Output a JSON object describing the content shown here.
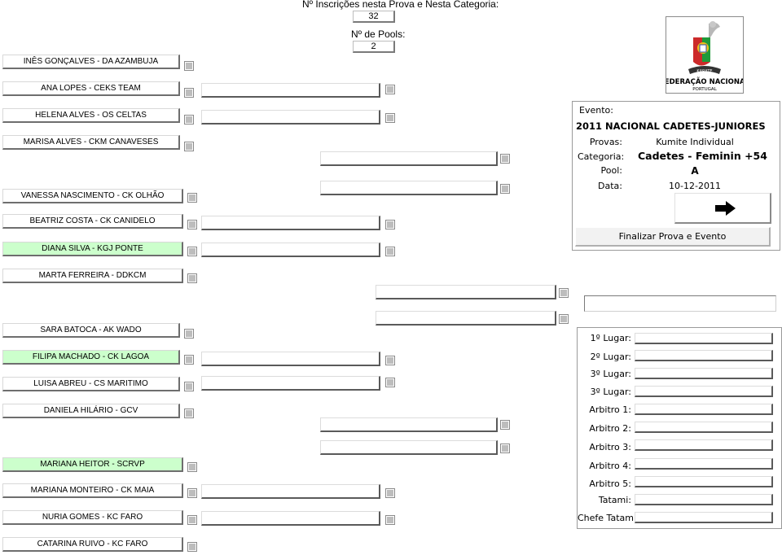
{
  "header": {
    "inscricoes_label": "Nº Inscrições nesta Prova e Nesta Categoria:",
    "inscricoes_value": "32",
    "pools_label": "Nº de Pools:",
    "pools_value": "2"
  },
  "logo": {
    "org_name": "FEDERAÇÃO NACIONAL",
    "org_country": "PORTUGAL",
    "ribbon_text": "KARATE"
  },
  "event": {
    "evento_label": "Evento:",
    "evento_value": "2011 NACIONAL CADETES-JUNIORES",
    "provas_label": "Provas:",
    "provas_value": "Kumite Individual",
    "categoria_label": "Categoria:",
    "categoria_value": "Cadetes - Feminin +54",
    "pool_label": "Pool:",
    "pool_value": "A",
    "data_label": "Data:",
    "data_value": "10-12-2011",
    "next_icon": "arrow-right-icon",
    "finalize_label": "Finalizar Prova e Evento"
  },
  "athletes": [
    {
      "name": "INÊS GONÇALVES - DA AZAMBUJA",
      "highlight": false
    },
    {
      "name": "ANA LOPES - CEKS TEAM",
      "highlight": false
    },
    {
      "name": "HELENA ALVES - OS CELTAS",
      "highlight": false
    },
    {
      "name": "MARISA ALVES - CKM CANAVESES",
      "highlight": false
    },
    {
      "name": "VANESSA NASCIMENTO - CK OLHÃO",
      "highlight": false
    },
    {
      "name": "BEATRIZ COSTA - CK CANIDELO",
      "highlight": false
    },
    {
      "name": "DIANA SILVA - KGJ PONTE",
      "highlight": true
    },
    {
      "name": "MARTA FERREIRA - DDKCM",
      "highlight": false
    },
    {
      "name": "SARA BATOCA - AK WADO",
      "highlight": false
    },
    {
      "name": "FILIPA MACHADO - CK LAGOA",
      "highlight": true
    },
    {
      "name": "LUISA ABREU - CS MARITIMO",
      "highlight": false
    },
    {
      "name": "DANIELA HILÁRIO - GCV",
      "highlight": false
    },
    {
      "name": "MARIANA HEITOR - SCRVP",
      "highlight": true
    },
    {
      "name": "MARIANA MONTEIRO - CK MAIA",
      "highlight": false
    },
    {
      "name": "NURIA GOMES - KC FARO",
      "highlight": false
    },
    {
      "name": "CATARINA RUIVO - KC FARO",
      "highlight": false
    }
  ],
  "results": {
    "first": "1º Lugar:",
    "second": "2º Lugar:",
    "third_a": "3º Lugar:",
    "third_b": "3º Lugar:",
    "arbitro1": "Arbitro 1:",
    "arbitro2": "Arbitro 2:",
    "arbitro3": "Arbitro 3:",
    "arbitro4": "Arbitro 4:",
    "arbitro5": "Arbitro 5:",
    "tatami": "Tatami:",
    "chefe_tatami": "Chefe Tatami:"
  }
}
